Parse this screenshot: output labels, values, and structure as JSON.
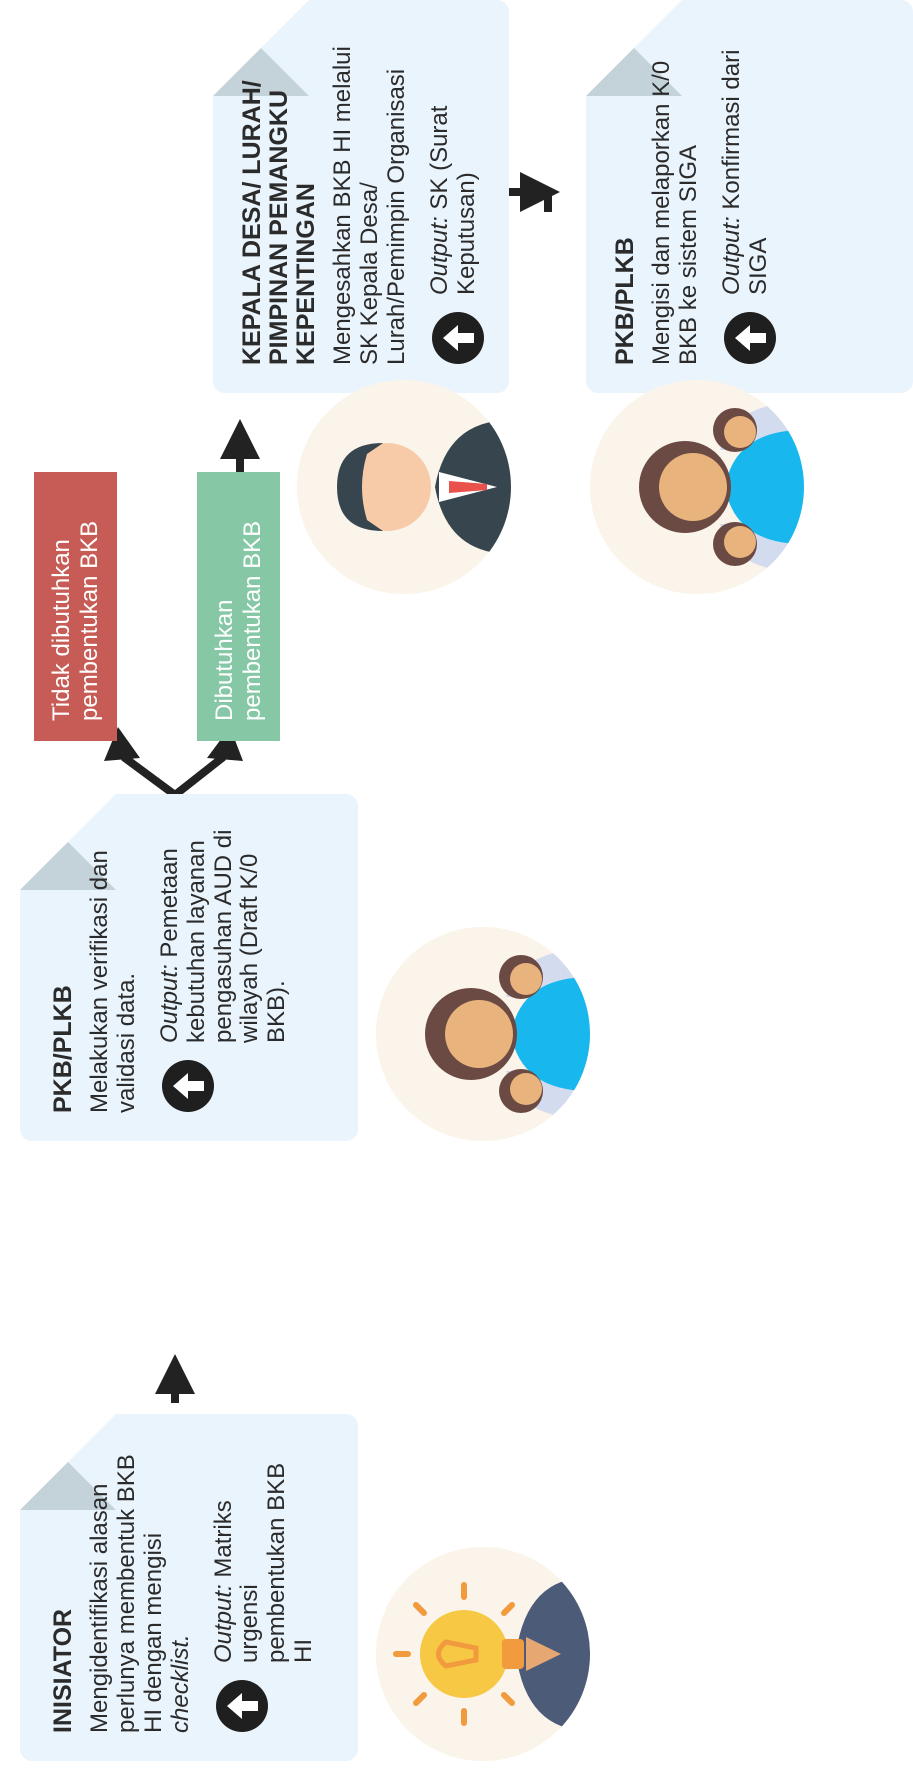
{
  "steps": [
    {
      "title": "INISIATOR",
      "description": "Mengidentifikasi alasan perlunya membentuk BKB HI dengan mengisi",
      "description_italic": "checklist.",
      "output_label": "Output:",
      "output_text": "Matriks urgensi pembentukan BKB HI",
      "avatar": "lightbulb-person-avatar"
    },
    {
      "title": "PKB/PLKB",
      "description": "Melakukan verifikasi dan validasi data.",
      "output_label": "Output:",
      "output_text": "Pemetaan kebutuhan layanan pengasuhan AUD di wilayah (Draft K/0 BKB).",
      "avatar": "group-of-women-avatar"
    },
    {
      "title": "KEPALA DESA/ LURAH/ PIMPINAN PEMANGKU KEPENTINGAN",
      "description": "Mengesahkan BKB HI melalui SK Kepala Desa/ Lurah/Pemimpin Organisasi",
      "output_label": "Output:",
      "output_text": "SK (Surat Keputusan)",
      "avatar": "official-in-suit-avatar"
    },
    {
      "title": "PKB/PLKB",
      "description": "Mengisi dan melaporkan K/0 BKB ke sistem SIGA",
      "output_label": "Output:",
      "output_text": "Konfirmasi dari SIGA",
      "avatar": "group-of-women-avatar"
    }
  ],
  "decisions": {
    "not_needed": "Tidak dibutuhkan pembentukan BKB",
    "needed": "Dibutuhkan pembentukan BKB"
  },
  "colors": {
    "card": "#eaf4fd",
    "fold": "#c4d2da",
    "not_needed": "#c65c55",
    "needed": "#86c8a6",
    "arrow": "#222222",
    "avatar_bg": "#fbf4ea"
  },
  "icons": {
    "output": "upload-arrow-icon"
  }
}
